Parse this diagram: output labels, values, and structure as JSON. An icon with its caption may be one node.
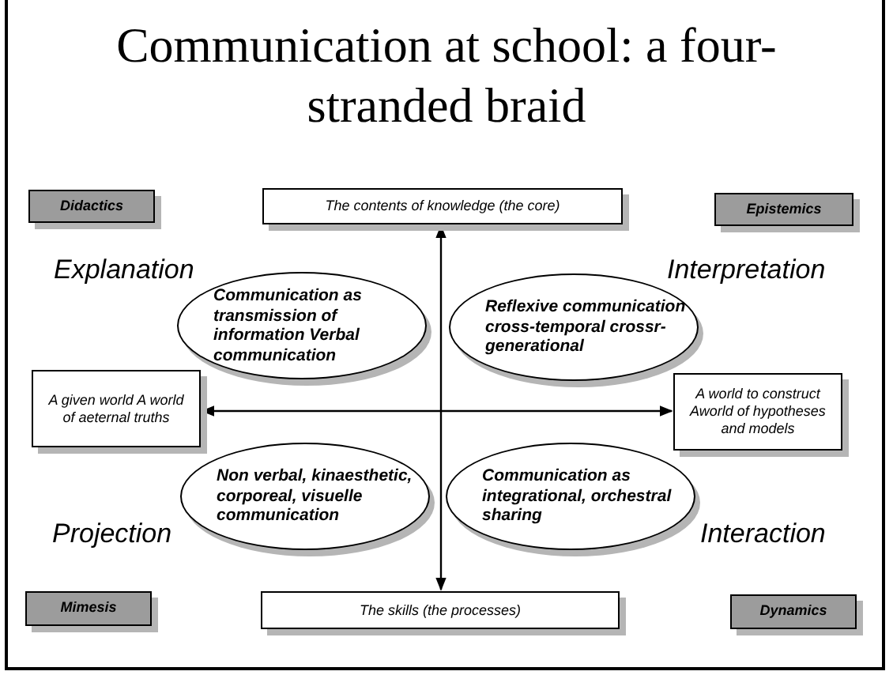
{
  "diagram": {
    "title": "Communication at school: a four-stranded braid",
    "nodes": [
      {
        "text": [
          "Didactics"
        ]
      },
      {
        "text": [
          "The contents of knowledge (the core)"
        ]
      },
      {
        "text": [
          "Epistemics"
        ]
      },
      {
        "text": [
          "Communication as transmission of information Verbal communication"
        ]
      },
      {
        "text": [
          "Reflexive communication cross-temporal crossr-generational"
        ]
      },
      {
        "text": [
          "A given world A world of aeternal truths"
        ]
      },
      {
        "text": [
          "A world to construct Aworld of hypotheses and models"
        ]
      },
      {
        "text": [
          "Non verbal, kinaesthetic, corporeal, visuelle communication"
        ]
      },
      {
        "text": [
          "Communication as integrational, orchestral sharing"
        ]
      },
      {
        "text": [
          "Mimesis"
        ]
      },
      {
        "text": [
          "The skills (the processes)"
        ]
      },
      {
        "text": [
          "Dynamics"
        ]
      }
    ],
    "edges": [
      {
        "from": 1,
        "to": 10,
        "arrow": "both"
      },
      {
        "from": 5,
        "to": 6,
        "arrow": "both"
      }
    ],
    "labels": [
      "Explanation",
      "Interpretation",
      "Projection",
      "Interaction"
    ]
  }
}
